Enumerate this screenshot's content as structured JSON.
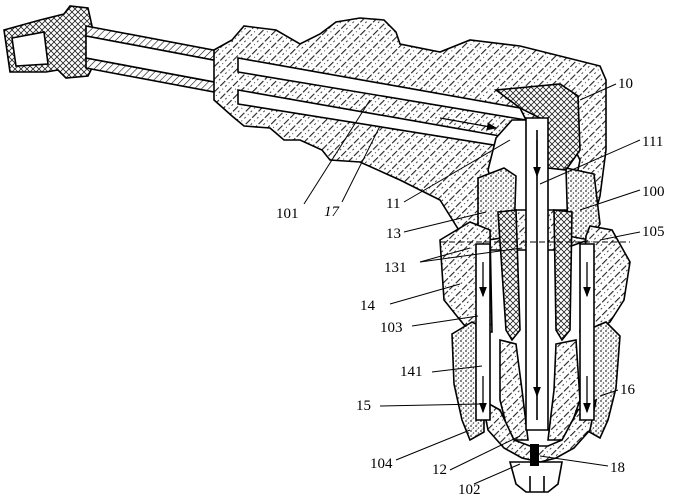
{
  "figure": {
    "labels": [
      {
        "id": "l10",
        "text": "10"
      },
      {
        "id": "l111",
        "text": "111"
      },
      {
        "id": "l100",
        "text": "100"
      },
      {
        "id": "l105",
        "text": "105"
      },
      {
        "id": "l101",
        "text": "101"
      },
      {
        "id": "l17",
        "text": "17"
      },
      {
        "id": "l11",
        "text": "11"
      },
      {
        "id": "l13",
        "text": "13"
      },
      {
        "id": "l131",
        "text": "131"
      },
      {
        "id": "l14",
        "text": "14"
      },
      {
        "id": "l103",
        "text": "103"
      },
      {
        "id": "l141",
        "text": "141"
      },
      {
        "id": "l16",
        "text": "16"
      },
      {
        "id": "l15",
        "text": "15"
      },
      {
        "id": "l104",
        "text": "104"
      },
      {
        "id": "l12",
        "text": "12"
      },
      {
        "id": "l18",
        "text": "18"
      },
      {
        "id": "l102",
        "text": "102"
      }
    ],
    "colors": {
      "line": "#000000",
      "background": "#ffffff",
      "hatch_dark": "#3a3a3a",
      "stipple": "#555555"
    }
  }
}
